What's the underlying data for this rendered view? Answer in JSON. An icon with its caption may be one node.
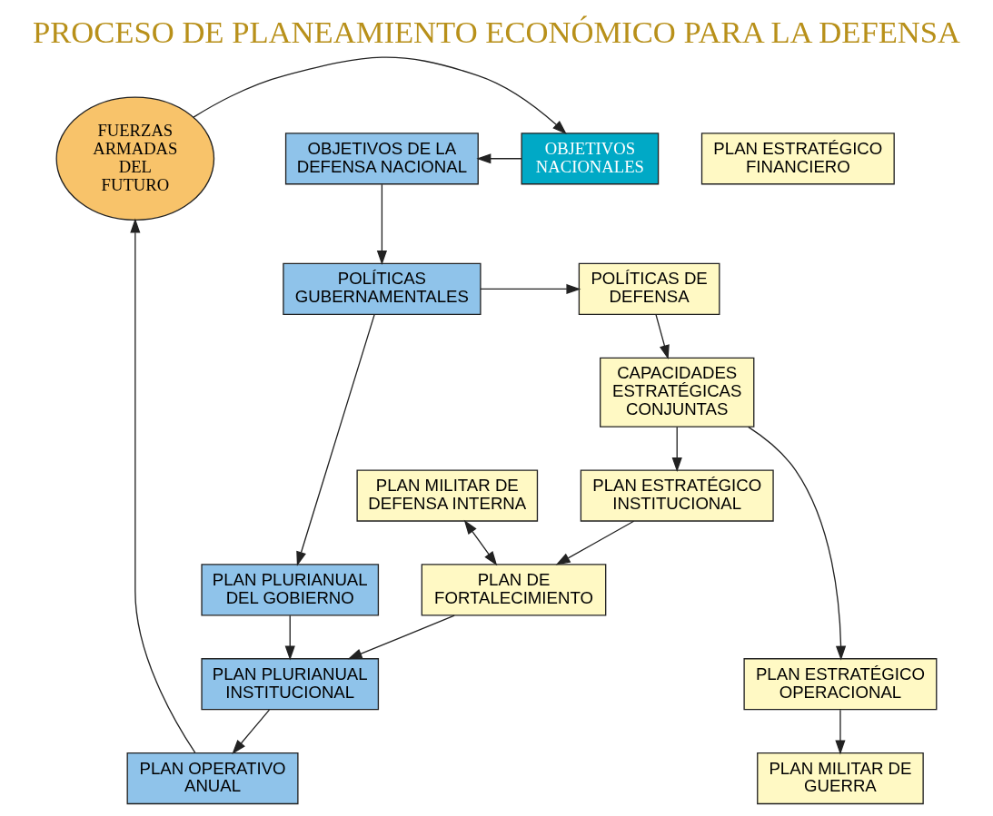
{
  "diagram": {
    "title": "PROCESO DE PLANEAMIENTO ECONÓMICO PARA LA DEFENSA",
    "nodes": [
      {
        "text": [
          "OBJETIVOS DE LA DEFENSA NACIONAL"
        ]
      },
      {
        "text": [
          "OBJETIVOS NACIONALES"
        ]
      },
      {
        "text": [
          "FUERZAS ARMADAS DEL FUTURO"
        ]
      },
      {
        "text": [
          "POLÍTICAS GUBERNAMENTALES"
        ]
      },
      {
        "text": [
          "POLÍTICAS DE DEFENSA"
        ]
      },
      {
        "text": [
          "PLAN PLURIANUAL DEL GOBIERNO"
        ]
      },
      {
        "text": [
          "CAPACIDADES ESTRATÉGICAS CONJUNTAS"
        ]
      },
      {
        "text": [
          "PLAN MILITAR DE GUERRA"
        ]
      },
      {
        "text": [
          "PLAN MILITAR DE DEFENSA INTERNA"
        ]
      },
      {
        "text": [
          "PLAN OPERATIVO ANUAL"
        ]
      },
      {
        "text": [
          "PLAN ESTRATÉGICO INSTITUCIONAL"
        ]
      },
      {
        "text": [
          "PLAN ESTRATÉGICO OPERACIONAL"
        ]
      },
      {
        "text": [
          "PLAN DE FORTALECIMIENTO"
        ]
      },
      {
        "text": [
          "PLAN ESTRATÉGICO FINANCIERO"
        ]
      },
      {
        "text": [
          "PLAN PLURIANUAL INSTITUCIONAL"
        ]
      }
    ],
    "edges": [
      {
        "from": 2,
        "to": 1,
        "arrow": "to"
      },
      {
        "from": 1,
        "to": 0,
        "arrow": "to"
      },
      {
        "from": 0,
        "to": 3,
        "arrow": "to"
      },
      {
        "from": 3,
        "to": 4,
        "arrow": "to"
      },
      {
        "from": 3,
        "to": 5,
        "arrow": "to"
      },
      {
        "from": 4,
        "to": 6,
        "arrow": "to"
      },
      {
        "from": 6,
        "to": 10,
        "arrow": "to"
      },
      {
        "from": 6,
        "to": 11,
        "arrow": "to"
      },
      {
        "from": 11,
        "to": 7,
        "arrow": "to"
      },
      {
        "from": 8,
        "to": 12,
        "arrow": "both"
      },
      {
        "from": 10,
        "to": 12,
        "arrow": "to"
      },
      {
        "from": 12,
        "to": 14,
        "arrow": "to"
      },
      {
        "from": 5,
        "to": 14,
        "arrow": "to"
      },
      {
        "from": 14,
        "to": 9,
        "arrow": "to"
      },
      {
        "from": 9,
        "to": 2,
        "arrow": "to"
      }
    ]
  }
}
